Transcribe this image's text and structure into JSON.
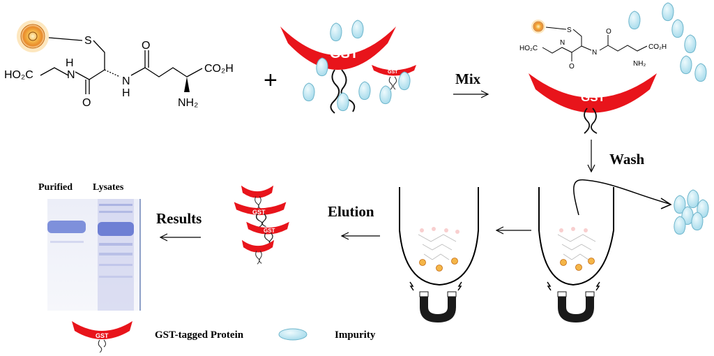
{
  "labels": {
    "mix": "Mix",
    "wash": "Wash",
    "elution": "Elution",
    "results": "Results",
    "purified": "Purified",
    "lysates": "Lysates",
    "plus": "+",
    "gst": "GST"
  },
  "legend": {
    "gst_tagged": "GST-tagged Protein",
    "impurity": "Impurity"
  },
  "molecule": {
    "s": "S",
    "ho2c": "HO₂C",
    "co2h": "CO₂H",
    "nh_left": "N",
    "h_left": "H",
    "nh_right": "N",
    "h_right": "H",
    "o_left": "O",
    "o_right": "O",
    "nh2": "NH₂"
  },
  "colors": {
    "gst_red": "#e8141b",
    "impurity_fill": "#bde6f3",
    "impurity_stroke": "#6fb6cc",
    "gel_band": "#6a7fd6",
    "magnet": "#1a1a1a",
    "nanoparticle": "#e98a2a"
  }
}
